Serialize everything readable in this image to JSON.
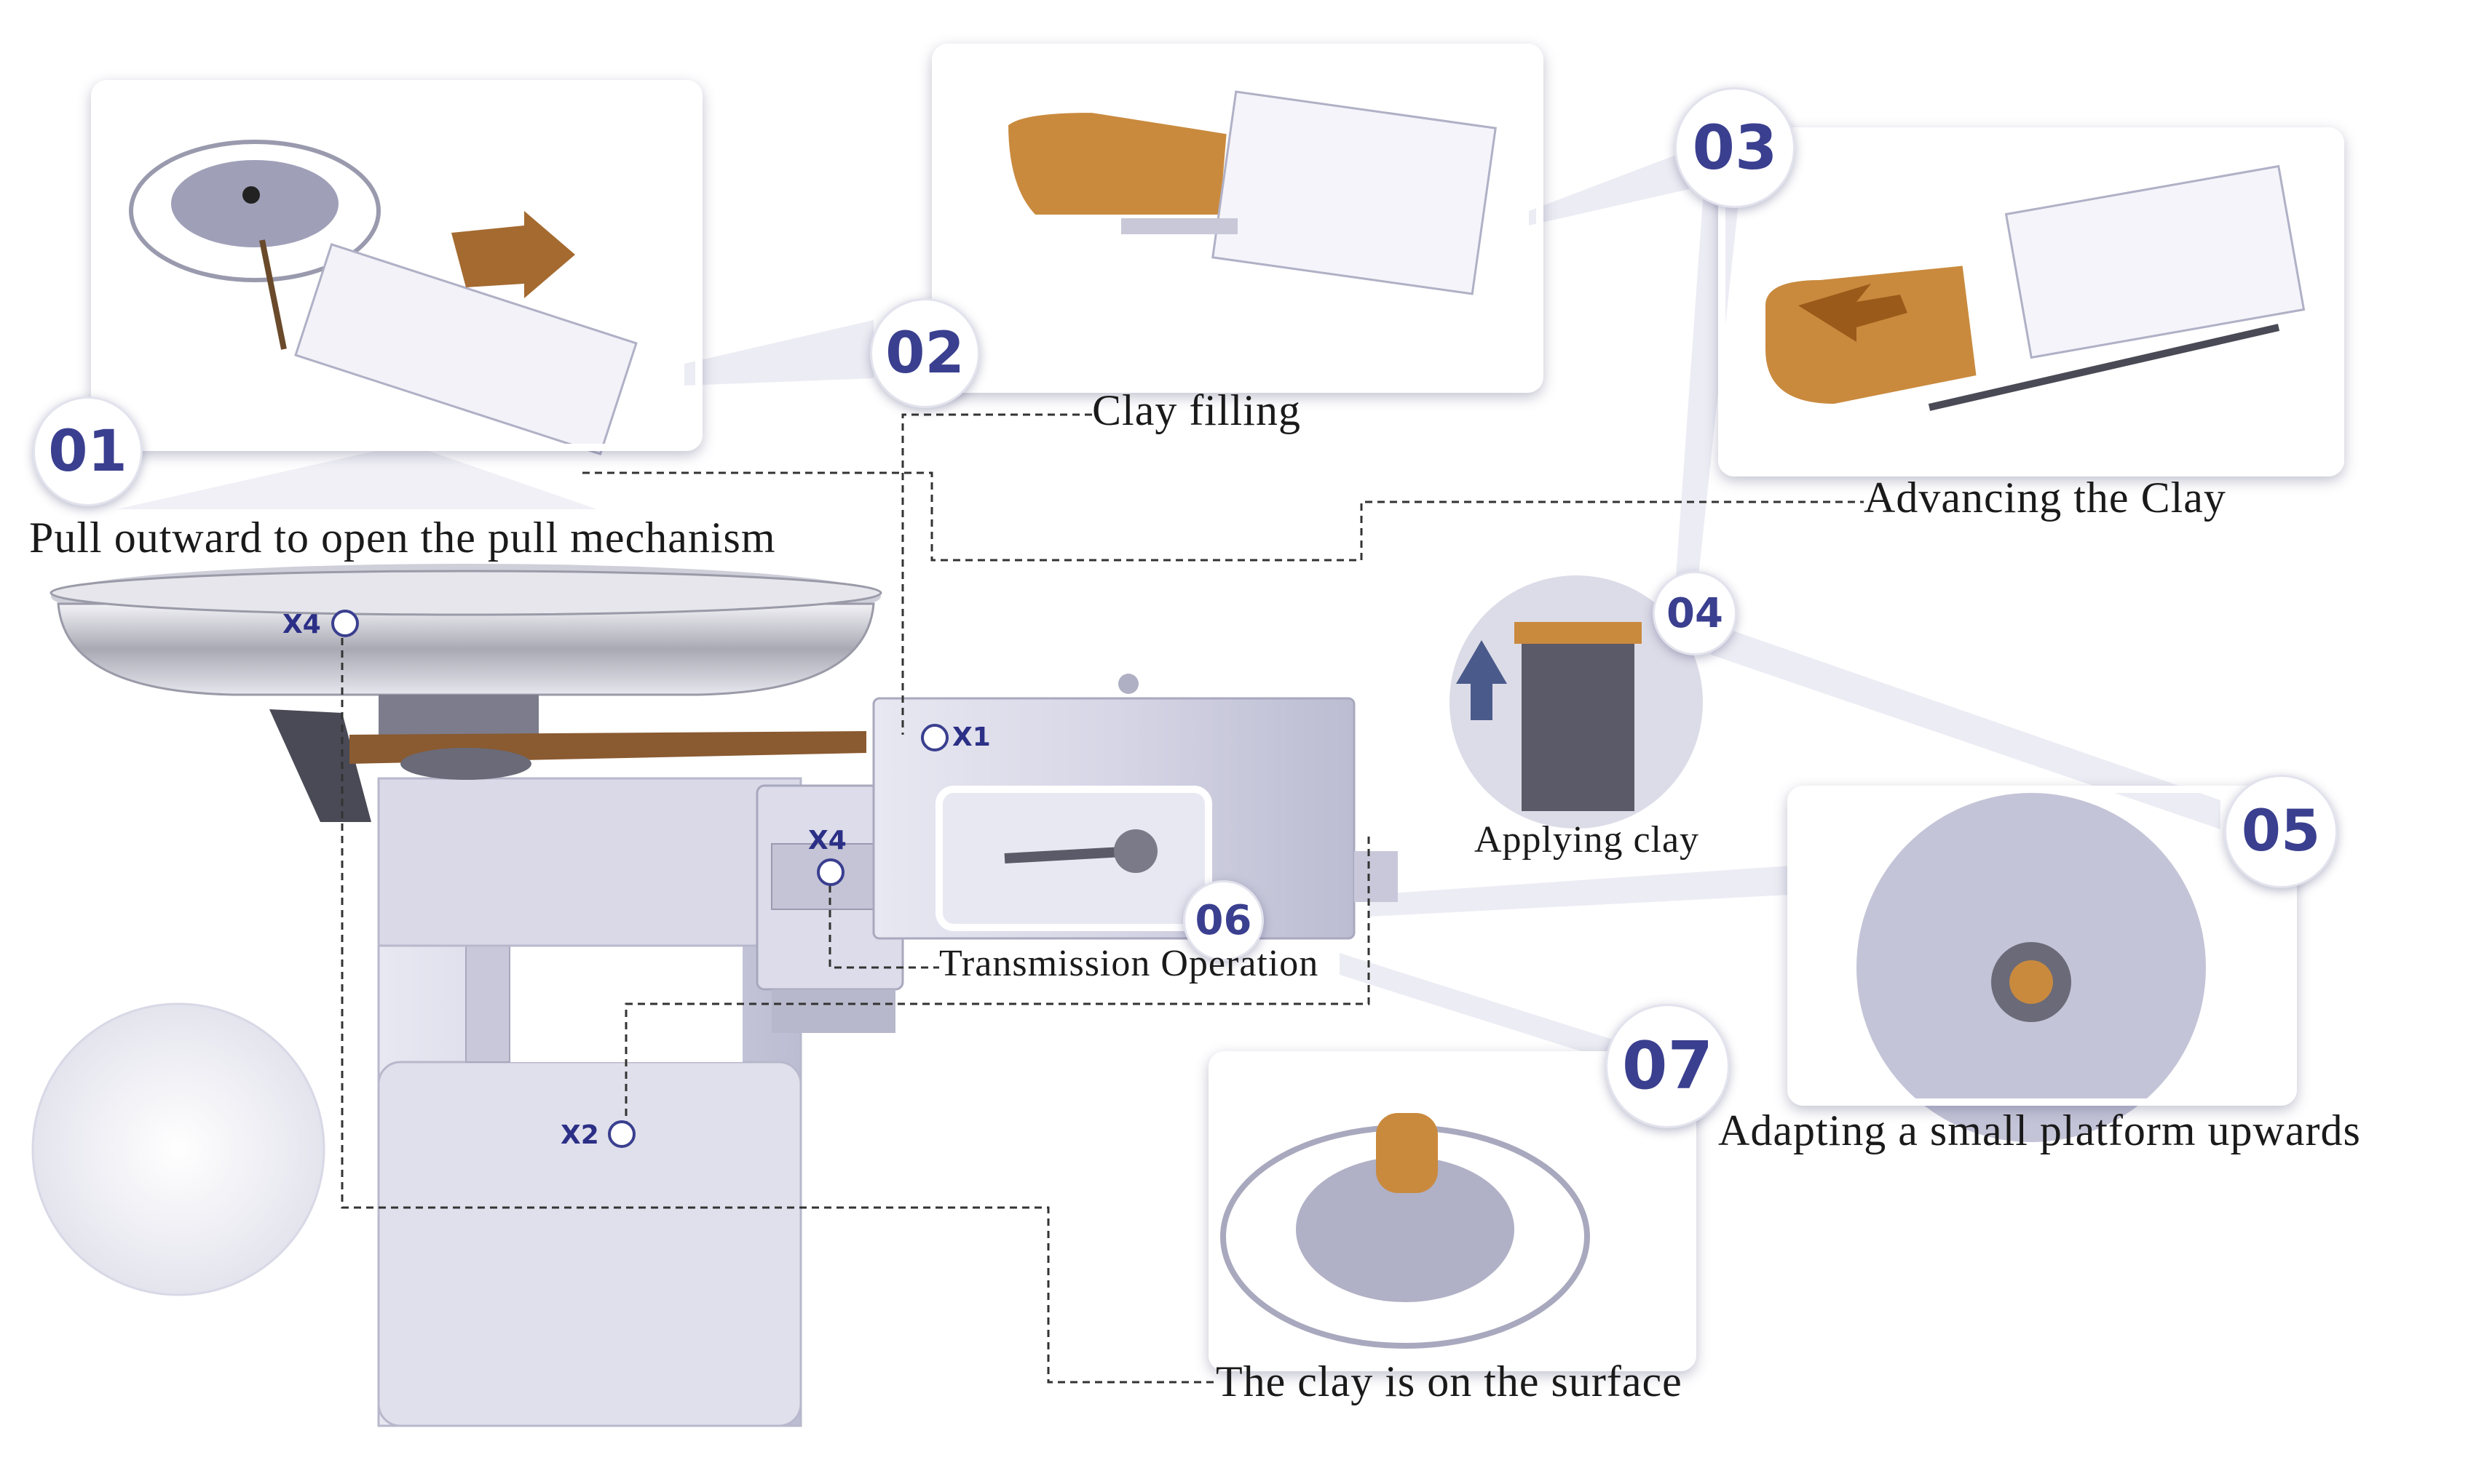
{
  "steps": [
    {
      "number": "01",
      "caption": "Pull outward to open the pull mechanism"
    },
    {
      "number": "02",
      "caption": "Clay filling"
    },
    {
      "number": "03",
      "caption": "Advancing the Clay"
    },
    {
      "number": "04",
      "caption": "Applying clay"
    },
    {
      "number": "05",
      "caption": "Adapting a small platform upwards"
    },
    {
      "number": "06",
      "caption": "Transmission Operation"
    },
    {
      "number": "07",
      "caption": "The clay is on the surface"
    }
  ],
  "markers": {
    "x1": "X1",
    "x2": "X2",
    "x4_plate": "X4",
    "x4_motor": "X4"
  },
  "colors": {
    "badge_text": "#3a3f8f",
    "machine_body": "#d4d4e4",
    "clay": "#c98a3e",
    "arrow": "#9a5a1a"
  }
}
